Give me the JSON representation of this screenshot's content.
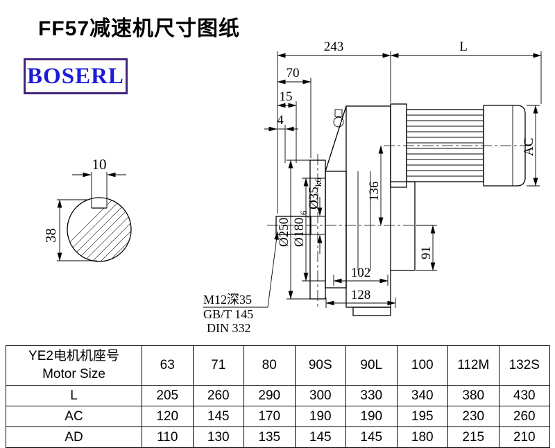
{
  "page": {
    "title": "FF57减速机尺寸图纸",
    "background": "#ffffff"
  },
  "logo": {
    "text": "BOSERL",
    "text_color": "#1b1bd8",
    "border_color": "#43257b"
  },
  "drawing": {
    "dimensions": {
      "total_length": "243",
      "motor_length": "L",
      "shaft_length": "70",
      "dim_15": "15",
      "dim_4": "4",
      "motor_diameter": "AC",
      "key_width": "10",
      "shaft_with_key": "38",
      "flange_od": "Ø250",
      "spigot_d": "Ø180",
      "spigot_tol": "j6",
      "shaft_d": "Ø35",
      "shaft_tol": "k6",
      "dim_136": "136",
      "dim_91": "91",
      "dim_102": "102",
      "dim_128": "128"
    },
    "notes": {
      "tap": "M12深35",
      "std1": "GB/T 145",
      "std2": "DIN 332"
    }
  },
  "table": {
    "row_header": {
      "line1": "YE2电机机座号",
      "line2": "Motor Size"
    },
    "motor_sizes": [
      "63",
      "71",
      "80",
      "90S",
      "90L",
      "100",
      "112M",
      "132S"
    ],
    "rows": [
      {
        "label": "L",
        "values": [
          "205",
          "260",
          "290",
          "300",
          "330",
          "340",
          "380",
          "430"
        ]
      },
      {
        "label": "AC",
        "values": [
          "120",
          "145",
          "170",
          "190",
          "190",
          "195",
          "230",
          "260"
        ]
      },
      {
        "label": "AD",
        "values": [
          "110",
          "130",
          "135",
          "145",
          "145",
          "180",
          "215",
          "210"
        ]
      }
    ]
  }
}
